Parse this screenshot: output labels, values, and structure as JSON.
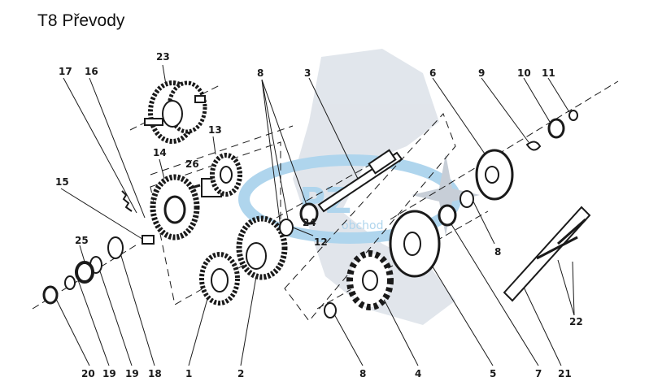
{
  "title": "T8 Převody",
  "watermark": {
    "brand": "PZ",
    "sub": "obchod"
  },
  "colors": {
    "ink": "#1a1a1a",
    "watermark_map": "#c9d1dc",
    "watermark_ring": "#6fb3df",
    "paper": "#ffffff"
  },
  "parts": [
    {
      "id": "p1",
      "num": "1"
    },
    {
      "id": "p2",
      "num": "2"
    },
    {
      "id": "p3",
      "num": "3"
    },
    {
      "id": "p4",
      "num": "4"
    },
    {
      "id": "p5",
      "num": "5"
    },
    {
      "id": "p6",
      "num": "6"
    },
    {
      "id": "p7",
      "num": "7"
    },
    {
      "id": "p8a",
      "num": "8"
    },
    {
      "id": "p8b",
      "num": "8"
    },
    {
      "id": "p8c",
      "num": "8"
    },
    {
      "id": "p9",
      "num": "9"
    },
    {
      "id": "p10",
      "num": "10"
    },
    {
      "id": "p11",
      "num": "11"
    },
    {
      "id": "p12",
      "num": "12"
    },
    {
      "id": "p13",
      "num": "13"
    },
    {
      "id": "p14",
      "num": "14"
    },
    {
      "id": "p15",
      "num": "15"
    },
    {
      "id": "p16",
      "num": "16"
    },
    {
      "id": "p17",
      "num": "17"
    },
    {
      "id": "p18",
      "num": "18"
    },
    {
      "id": "p19a",
      "num": "19"
    },
    {
      "id": "p19b",
      "num": "19"
    },
    {
      "id": "p20",
      "num": "20"
    },
    {
      "id": "p21",
      "num": "21"
    },
    {
      "id": "p22",
      "num": "22"
    },
    {
      "id": "p23",
      "num": "23"
    },
    {
      "id": "p24",
      "num": "24"
    },
    {
      "id": "p25",
      "num": "25"
    },
    {
      "id": "p26",
      "num": "26"
    }
  ]
}
